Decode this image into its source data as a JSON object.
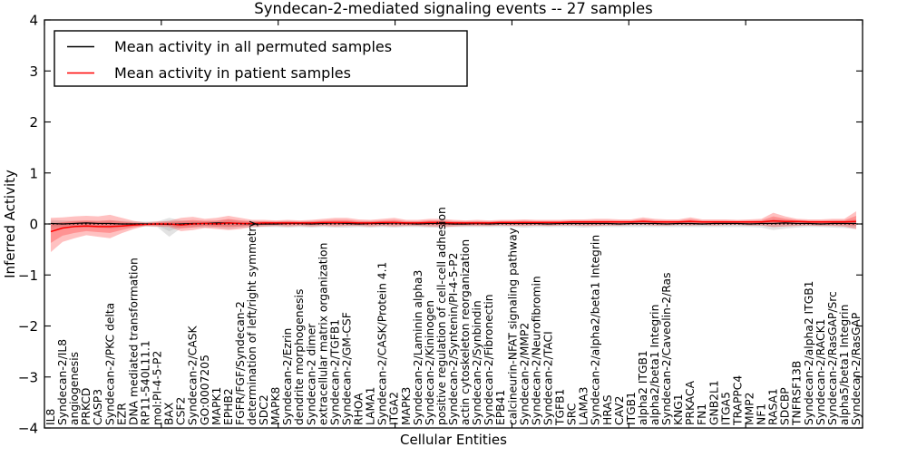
{
  "title": "Syndecan-2-mediated signaling events -- 27 samples",
  "legend": {
    "entries": [
      {
        "label": "Mean activity in all permuted samples",
        "color": "#000000"
      },
      {
        "label": "Mean activity in patient samples",
        "color": "#ff0000"
      }
    ]
  },
  "axes": {
    "xlabel": "Cellular Entities",
    "ylabel": "Inferred Activity",
    "yticks": [
      "4",
      "3",
      "2",
      "1",
      "0",
      "−1",
      "−2",
      "−3",
      "−4"
    ]
  },
  "chart_data": {
    "type": "line",
    "title": "Syndecan-2-mediated signaling events -- 27 samples",
    "xlabel": "Cellular Entities",
    "ylabel": "Inferred Activity",
    "ylim": [
      -4,
      4
    ],
    "xlim": [
      0,
      70
    ],
    "x_tick_interval": 10,
    "grid": false,
    "legend_position": "upper left",
    "zero_line": "dashed",
    "band_fill_patient": "#ff3333",
    "band_fill_permuted": "#999999",
    "categories": [
      "IL8",
      "Syndecan-2/IL8",
      "angiogenesis",
      "PRKCD",
      "CASP3",
      "Syndecan-2/PKC delta",
      "EZR",
      "DNA mediated transformation",
      "RP11-540L11.1",
      "mol:PI-4-5-P2",
      "BAX",
      "CSF2",
      "Syndecan-2/CASK",
      "GO:0007205",
      "MAPK1",
      "EPHB2",
      "FGFR/FGF/Syndecan-2",
      "determination of left/right symmetry",
      "SDC2",
      "MAPK8",
      "Syndecan-2/Ezrin",
      "dendrite morphogenesis",
      "Syndecan-2 dimer",
      "extracellular matrix organization",
      "Syndecan-2/TGFB1",
      "Syndecan-2/GM-CSF",
      "RHOA",
      "LAMA1",
      "Syndecan-2/CASK/Protein 4.1",
      "ITGA2",
      "MAPK3",
      "Syndecan-2/Laminin alpha3",
      "Syndecan-2/Kininogen",
      "positive regulation of cell-cell adhesion",
      "Syndecan-2/Syntenin/PI-4-5-P2",
      "actin cytoskeleton reorganization",
      "Syndecan-2/Synbindin",
      "Syndecan-2/Fibronectin",
      "EPB41",
      "calcineurin-NFAT signaling pathway",
      "Syndecan-2/MMP2",
      "Syndecan-2/Neurofibromin",
      "Syndecan-2/TACI",
      "TGFB1",
      "SRC",
      "LAMA3",
      "Syndecan-2/alpha2/beta1 Integrin",
      "HRAS",
      "CAV2",
      "ITGB1",
      "alpha2 ITGB1",
      "alpha2/beta1 Integrin",
      "Syndecan-2/Caveolin-2/Ras",
      "KNG1",
      "PRKACA",
      "FN1",
      "GNB2L1",
      "ITGA5",
      "TRAPPC4",
      "MMP2",
      "NF1",
      "RASA1",
      "SDCBP",
      "TNFRSF13B",
      "Syndecan-2/alpha2 ITGB1",
      "Syndecan-2/RACK1",
      "Syndecan-2/RasGAP/Src",
      "alpha5/beta1 Integrin",
      "Syndecan-2/RasGAP"
    ],
    "series": [
      {
        "name": "Mean activity in all permuted samples",
        "color": "#000000",
        "values": [
          0.01,
          0,
          0.01,
          0.02,
          0.01,
          0.01,
          0,
          0,
          0,
          0,
          -0.01,
          0,
          0.01,
          0.01,
          0.02,
          0.02,
          0.01,
          0,
          0,
          0,
          0.01,
          0.01,
          0,
          0.01,
          0.02,
          0.01,
          0,
          0.01,
          0.01,
          0.02,
          0.01,
          0,
          0.01,
          0.01,
          0,
          0,
          0.01,
          0,
          0.01,
          0.01,
          0.01,
          0.01,
          0,
          0.01,
          0.01,
          0.01,
          0.01,
          0.01,
          0,
          0.01,
          0.01,
          0.01,
          0,
          0.01,
          0.01,
          0,
          0.01,
          0.01,
          0.01,
          0,
          0.01,
          0.01,
          0.02,
          0.01,
          0.01,
          0,
          0.01,
          0.01,
          0.01
        ],
        "band_low": [
          -0.12,
          -0.08,
          -0.07,
          -0.07,
          -0.07,
          -0.09,
          -0.07,
          -0.06,
          -0.05,
          -0.06,
          -0.25,
          -0.08,
          -0.07,
          -0.07,
          -0.07,
          -0.1,
          -0.07,
          -0.07,
          -0.06,
          -0.06,
          -0.07,
          -0.06,
          -0.07,
          -0.06,
          -0.07,
          -0.07,
          -0.06,
          -0.07,
          -0.06,
          -0.07,
          -0.06,
          -0.06,
          -0.07,
          -0.07,
          -0.06,
          -0.06,
          -0.06,
          -0.06,
          -0.06,
          -0.06,
          -0.07,
          -0.06,
          -0.06,
          -0.06,
          -0.06,
          -0.07,
          -0.06,
          -0.06,
          -0.06,
          -0.06,
          -0.06,
          -0.06,
          -0.06,
          -0.06,
          -0.06,
          -0.06,
          -0.06,
          -0.06,
          -0.06,
          -0.06,
          -0.07,
          -0.12,
          -0.09,
          -0.07,
          -0.06,
          -0.06,
          -0.07,
          -0.08,
          -0.1
        ],
        "band_high": [
          0.08,
          0.07,
          0.06,
          0.06,
          0.06,
          0.07,
          0.06,
          0.05,
          0.05,
          0.05,
          0.12,
          0.07,
          0.06,
          0.06,
          0.06,
          0.09,
          0.06,
          0.06,
          0.05,
          0.05,
          0.06,
          0.05,
          0.06,
          0.05,
          0.06,
          0.06,
          0.05,
          0.06,
          0.05,
          0.06,
          0.05,
          0.05,
          0.06,
          0.06,
          0.05,
          0.05,
          0.05,
          0.05,
          0.05,
          0.05,
          0.06,
          0.05,
          0.05,
          0.05,
          0.05,
          0.06,
          0.05,
          0.05,
          0.05,
          0.05,
          0.05,
          0.05,
          0.05,
          0.05,
          0.05,
          0.05,
          0.05,
          0.05,
          0.05,
          0.05,
          0.06,
          0.1,
          0.08,
          0.06,
          0.05,
          0.05,
          0.06,
          0.07,
          0.09
        ]
      },
      {
        "name": "Mean activity in patient samples",
        "color": "#ff0000",
        "values": [
          -0.15,
          -0.08,
          -0.05,
          -0.04,
          -0.05,
          -0.05,
          -0.04,
          -0.02,
          -0.01,
          0,
          0,
          -0.02,
          0,
          0.01,
          0,
          0.02,
          0.01,
          0.01,
          0.02,
          0.02,
          0.02,
          0.02,
          0.02,
          0.03,
          0.03,
          0.03,
          0.02,
          0.02,
          0.03,
          0.03,
          0.02,
          0.02,
          0.03,
          0.03,
          0.02,
          0.02,
          0.02,
          0.02,
          0.03,
          0.03,
          0.03,
          0.03,
          0.03,
          0.03,
          0.04,
          0.04,
          0.04,
          0.04,
          0.04,
          0.04,
          0.05,
          0.04,
          0.04,
          0.04,
          0.05,
          0.04,
          0.04,
          0.04,
          0.04,
          0.04,
          0.04,
          0.06,
          0.05,
          0.05,
          0.04,
          0.04,
          0.04,
          0.04,
          0.05
        ],
        "band_low": [
          -0.55,
          -0.35,
          -0.28,
          -0.22,
          -0.25,
          -0.28,
          -0.18,
          -0.1,
          -0.04,
          -0.05,
          -0.06,
          -0.14,
          -0.12,
          -0.08,
          -0.1,
          -0.12,
          -0.1,
          -0.06,
          -0.05,
          -0.04,
          -0.05,
          -0.04,
          -0.05,
          -0.04,
          -0.05,
          -0.04,
          -0.04,
          -0.05,
          -0.04,
          -0.05,
          -0.04,
          -0.04,
          -0.05,
          -0.06,
          -0.05,
          -0.04,
          -0.04,
          -0.04,
          -0.03,
          -0.04,
          -0.04,
          -0.03,
          -0.04,
          -0.03,
          -0.03,
          -0.04,
          -0.04,
          -0.03,
          -0.03,
          -0.02,
          -0.02,
          -0.03,
          -0.03,
          -0.02,
          -0.03,
          -0.02,
          -0.03,
          -0.02,
          -0.02,
          -0.03,
          -0.03,
          -0.06,
          -0.05,
          -0.04,
          -0.03,
          -0.04,
          -0.04,
          -0.05,
          -0.1
        ],
        "band_high": [
          0.12,
          0.13,
          0.15,
          0.16,
          0.15,
          0.18,
          0.12,
          0.06,
          0.03,
          0.05,
          0.06,
          0.12,
          0.14,
          0.1,
          0.12,
          0.16,
          0.12,
          0.08,
          0.08,
          0.07,
          0.08,
          0.07,
          0.08,
          0.1,
          0.12,
          0.12,
          0.09,
          0.08,
          0.1,
          0.12,
          0.08,
          0.08,
          0.1,
          0.1,
          0.08,
          0.07,
          0.08,
          0.07,
          0.08,
          0.08,
          0.09,
          0.08,
          0.08,
          0.08,
          0.09,
          0.09,
          0.1,
          0.1,
          0.09,
          0.09,
          0.13,
          0.1,
          0.09,
          0.09,
          0.13,
          0.09,
          0.09,
          0.09,
          0.08,
          0.09,
          0.1,
          0.22,
          0.15,
          0.1,
          0.09,
          0.09,
          0.1,
          0.1,
          0.25
        ]
      }
    ]
  }
}
